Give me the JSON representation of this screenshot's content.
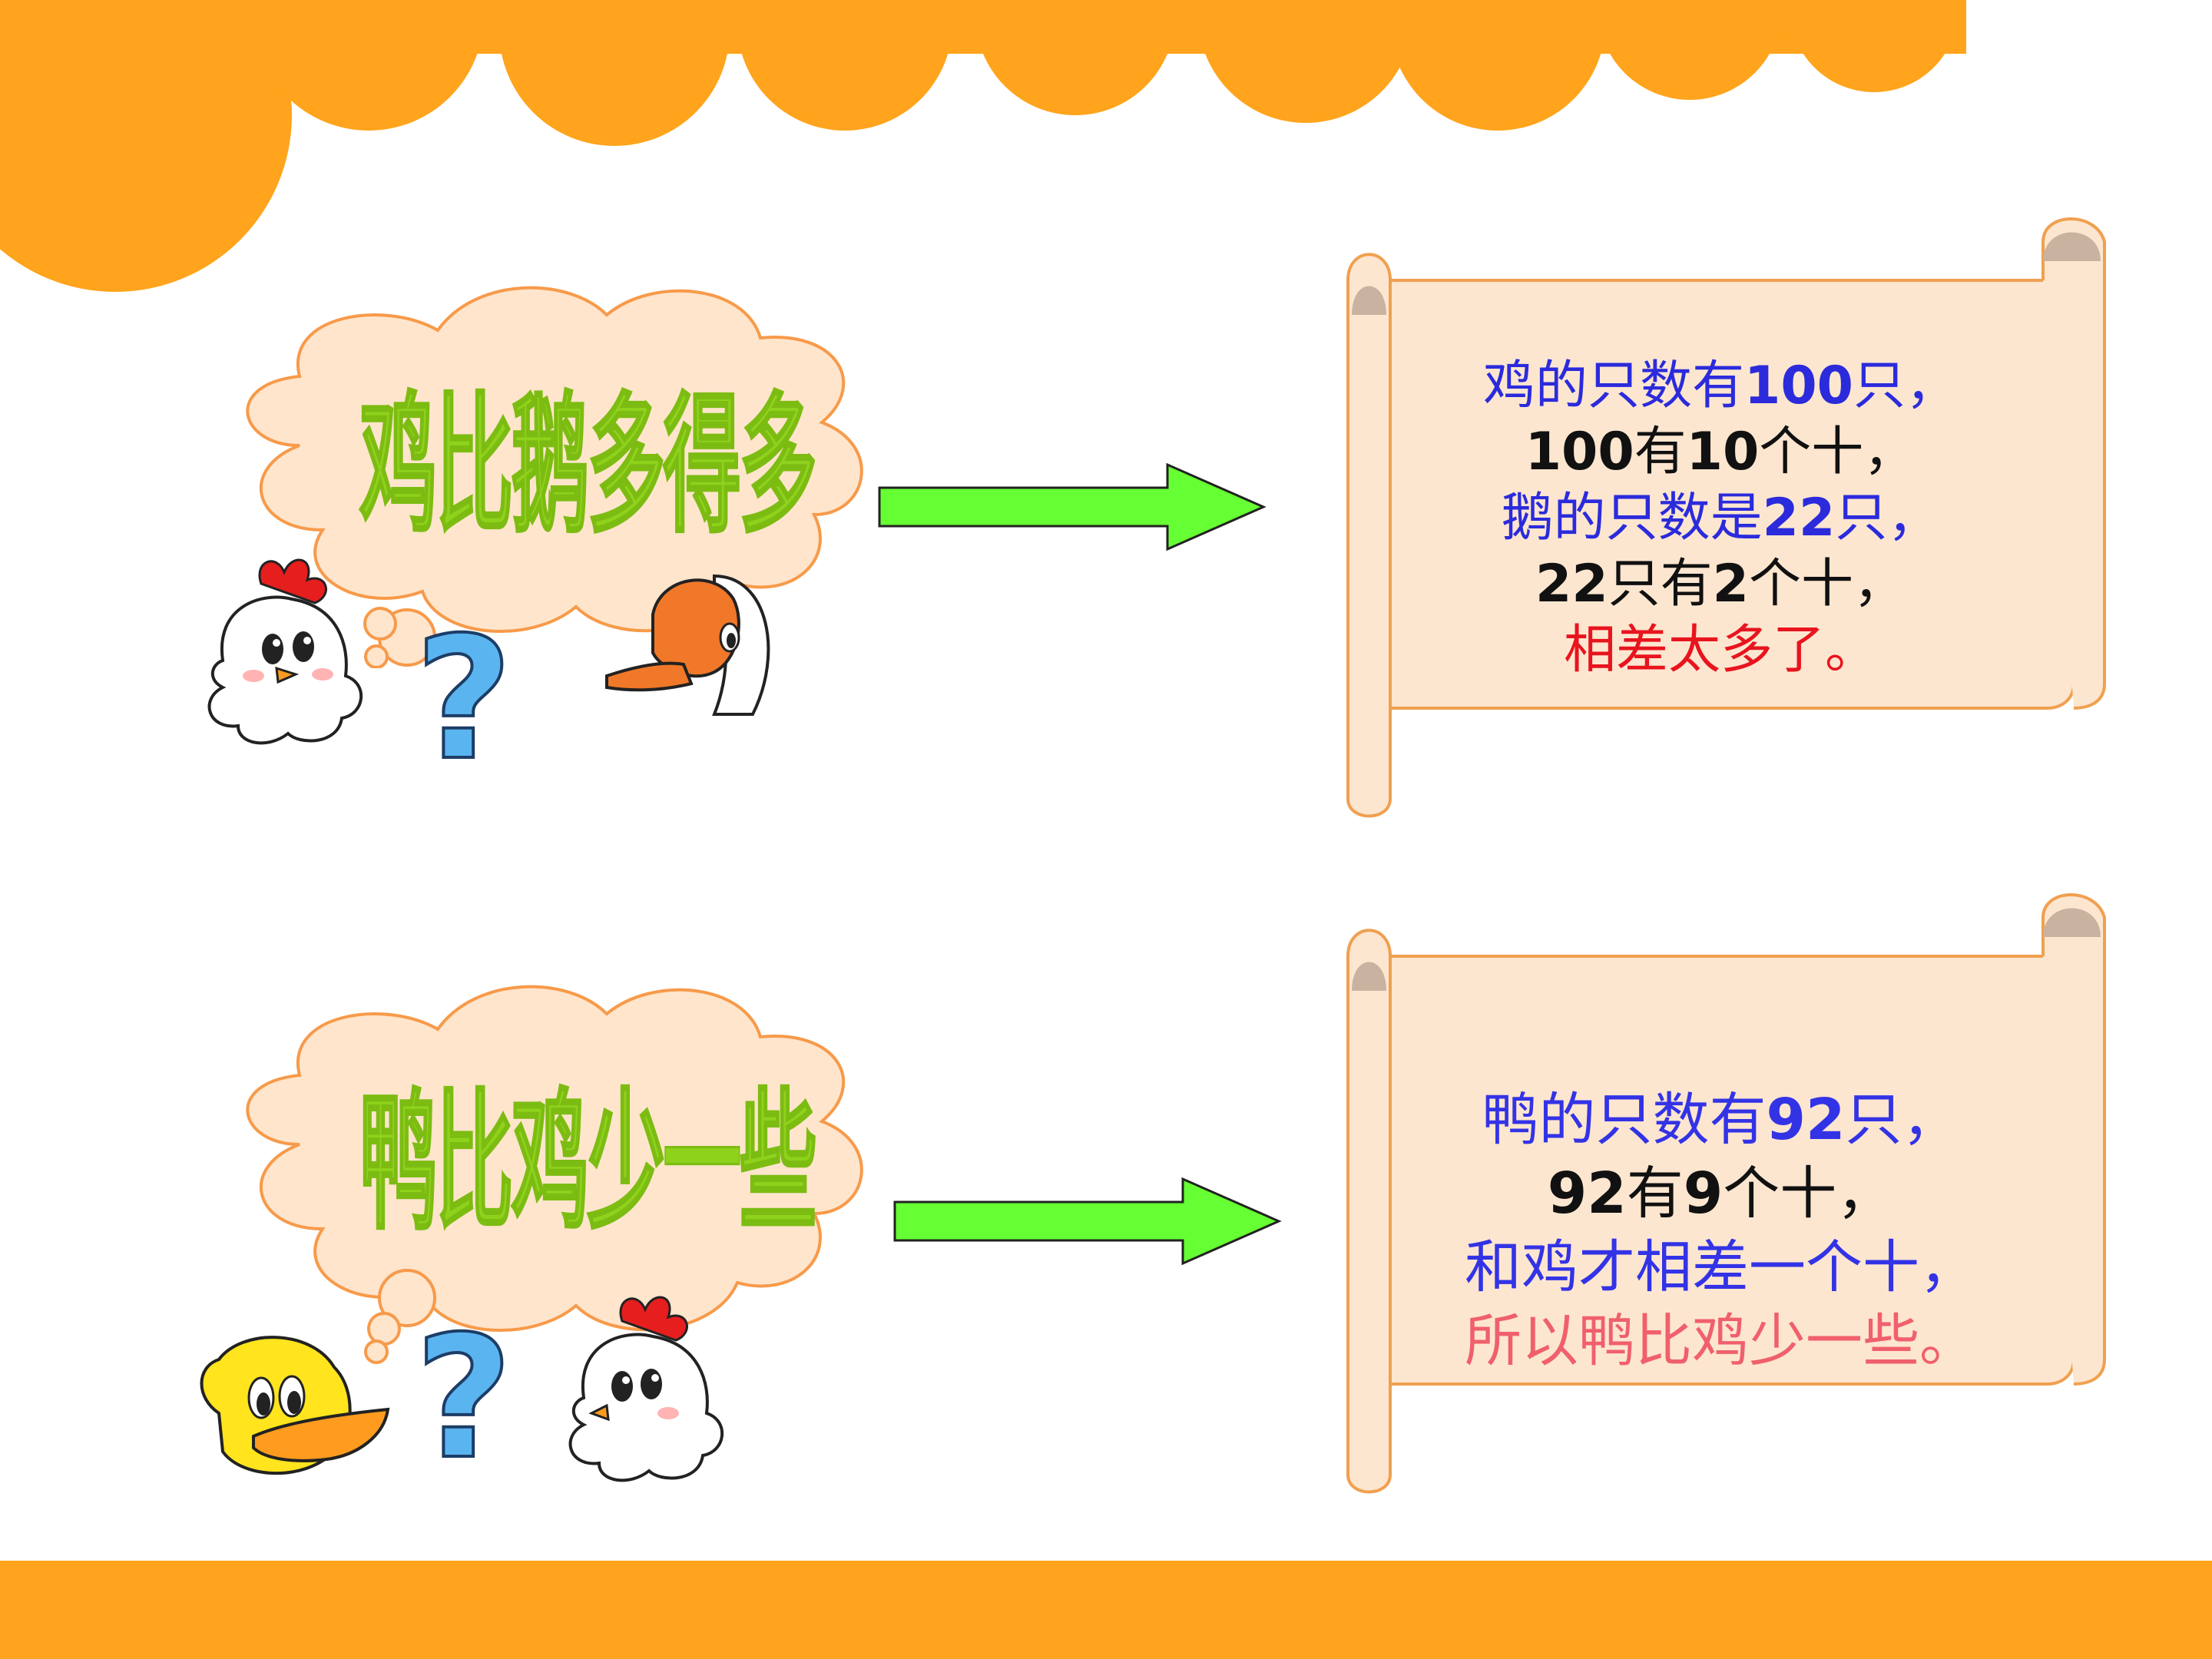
{
  "top": {
    "cloud_title": "鸡比鹅多得多",
    "scroll": {
      "l1": {
        "a": "鸡的只数有",
        "b": "100",
        "c": "只，"
      },
      "l2": {
        "a": "100",
        "b": "有",
        "c": "10",
        "d": "个十，"
      },
      "l3": {
        "a": "鹅的只数是",
        "b": "22",
        "c": "只，"
      },
      "l4": {
        "a": "22",
        "b": "只有",
        "c": "2",
        "d": "个十，"
      },
      "l5": {
        "a": "相差太多了。"
      }
    },
    "question_glyph": "?"
  },
  "bottom": {
    "cloud_title": "鸭比鸡少一些",
    "scroll": {
      "l1": {
        "a": "鸭的只数有",
        "b": "92",
        "c": "只，"
      },
      "l2": {
        "a": "92",
        "b": "有",
        "c": "9",
        "d": "个十，"
      },
      "l3": {
        "a": "和鸡才相差一个十，"
      },
      "l4": {
        "a": "所以鸭比鸡少一些。"
      }
    },
    "question_glyph": "?"
  },
  "colors": {
    "orange": "#ffa41c",
    "cloud_fill": "#ffe5cc",
    "cloud_stroke": "#f79a4a",
    "scroll_fill": "#fde6d0",
    "scroll_stroke": "#f0a050",
    "arrow": "#66ff33",
    "title_green": "#8fd21c",
    "question_blue": "#5ab4f0"
  }
}
